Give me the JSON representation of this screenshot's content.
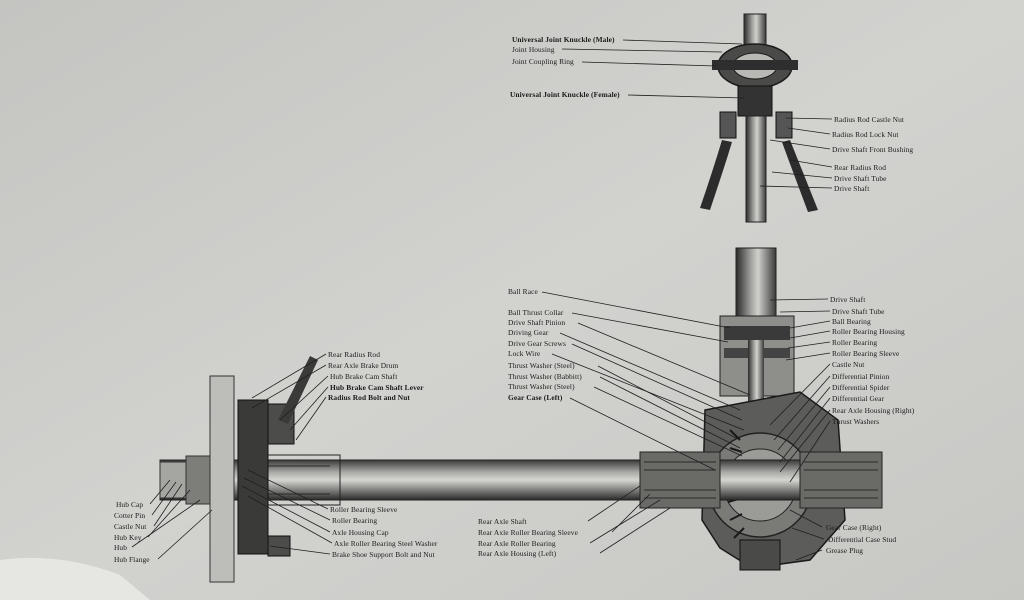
{
  "colors": {
    "paper": "#cbcbc8",
    "ink": "#141414",
    "metal_dark": "#2b2b2b",
    "metal_mid": "#6d6d6b",
    "metal_light": "#b3b3b0"
  },
  "labels": {
    "universal_joint_knuckle_male": "Universal Joint Knuckle (Male)",
    "joint_housing": "Joint Housing",
    "joint_coupling_ring": "Joint Coupling Ring",
    "universal_joint_knuckle_female": "Universal Joint Knuckle (Female)",
    "radius_rod_castle_nut": "Radius Rod Castle Nut",
    "radius_rod_lock_nut": "Radius Rod Lock Nut",
    "drive_shaft_front_bushing": "Drive Shaft Front Bushing",
    "rear_radius_rod_top": "Rear Radius Rod",
    "drive_shaft_tube_top": "Drive Shaft Tube",
    "drive_shaft_top": "Drive Shaft",
    "ball_race": "Ball Race",
    "ball_thrust_collar": "Ball Thrust Collar",
    "drive_shaft_pinion": "Drive Shaft Pinion",
    "driving_gear": "Driving Gear",
    "drive_gear_screws": "Drive Gear Screws",
    "lock_wire": "Lock Wire",
    "thrust_washer_steel_1": "Thrust Washer (Steel)",
    "thrust_washer_babbitt": "Thrust Washer (Babbitt)",
    "thrust_washer_steel_2": "Thrust Washer (Steel)",
    "gear_case_left": "Gear Case (Left)",
    "drive_shaft_right": "Drive Shaft",
    "drive_shaft_tube_right": "Drive Shaft Tube",
    "ball_bearing": "Ball Bearing",
    "roller_bearing_housing": "Roller Bearing Housing",
    "roller_bearing_right": "Roller Bearing",
    "roller_bearing_sleeve_right": "Roller Bearing Sleeve",
    "castle_nut_right": "Castle Nut",
    "differential_pinion": "Differential Pinion",
    "differential_spider": "Differential Spider",
    "differential_gear": "Differential Gear",
    "rear_axle_housing_right": "Rear Axle Housing (Right)",
    "thrust_washers": "Thrust Washers",
    "rear_radius_rod_left": "Rear Radius Rod",
    "rear_axle_brake_drum": "Rear Axle Brake Drum",
    "hub_brake_cam_shaft": "Hub Brake Cam Shaft",
    "hub_brake_cam_shaft_lever": "Hub Brake Cam Shaft Lever",
    "radius_rod_bolt_and_nut": "Radius Rod Bolt and Nut",
    "hub_cap": "Hub Cap",
    "cotter_pin": "Cotter Pin",
    "castle_nut_left": "Castle Nut",
    "hub_key": "Hub Key",
    "hub": "Hub",
    "hub_flange": "Hub Flange",
    "roller_bearing_sleeve_left": "Roller Bearing Sleeve",
    "roller_bearing_left": "Roller Bearing",
    "axle_housing_cap": "Axle Housing Cap",
    "axle_roller_bearing_steel_washer": "Axle Roller Bearing Steel Washer",
    "brake_shoe_support_bolt_and_nut": "Brake Shoe Support Bolt and Nut",
    "rear_axle_shaft": "Rear Axle Shaft",
    "rear_axle_roller_bearing_sleeve": "Rear Axle Roller Bearing Sleeve",
    "rear_axle_roller_bearing": "Rear Axle Roller Bearing",
    "rear_axle_housing_left": "Rear Axle Housing (Left)",
    "gear_case_right": "Gear Case (Right)",
    "differential_case_stud": "Differential Case Stud",
    "grease_plug": "Grease Plug"
  }
}
